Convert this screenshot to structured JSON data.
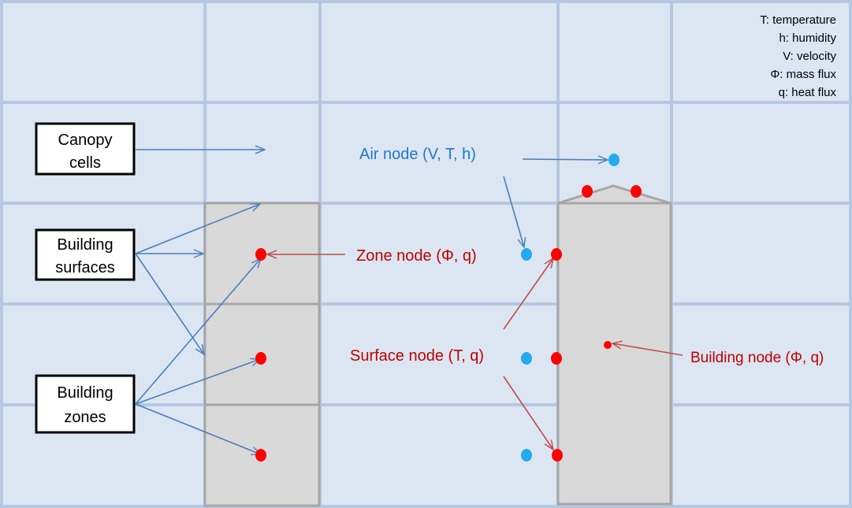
{
  "legend": {
    "lines": [
      "T: temperature",
      "h: humidity",
      "V: velocity",
      "Φ: mass flux",
      "q: heat flux"
    ]
  },
  "boxes": {
    "canopy": [
      "Canopy",
      "cells"
    ],
    "surfaces": [
      "Building",
      "surfaces"
    ],
    "zones": [
      "Building",
      "zones"
    ]
  },
  "labels": {
    "air_node": "Air node (V, T, h)",
    "zone_node": "Zone node (Φ, q)",
    "surface_node": "Surface node (T, q)",
    "building_node": "Building node (Φ, q)"
  },
  "colors": {
    "background": "#dce6f2",
    "grid": "#b4c8e2",
    "building_fill": "#d9d9d9",
    "building_stroke": "#a6a6a6",
    "blue_arrow": "#4a7ebb",
    "red_arrow": "#be4b48",
    "air_node": "#22aaee",
    "red_node": "#ff0000",
    "blue_text": "#1f78c8",
    "red_text": "#c00000"
  }
}
